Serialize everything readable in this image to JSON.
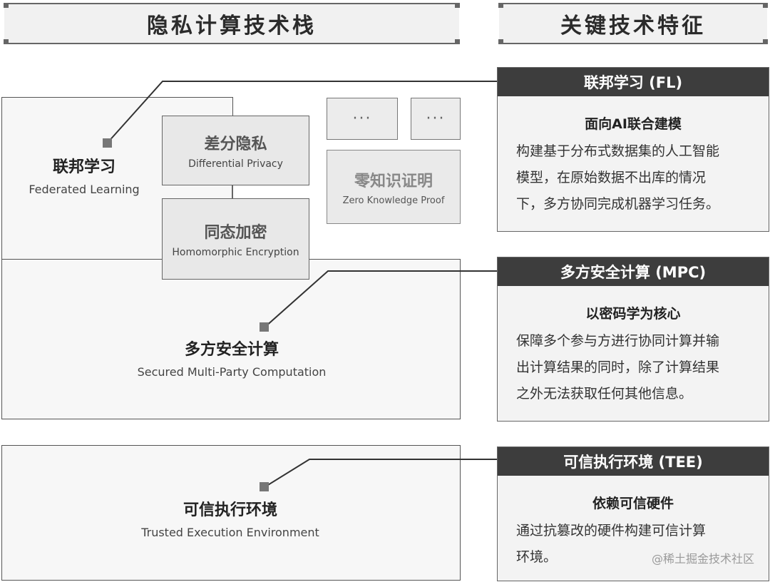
{
  "headers": {
    "left": "隐私计算技术栈",
    "right": "关键技术特征"
  },
  "stack": {
    "fl": {
      "zh": "联邦学习",
      "en": "Federated Learning"
    },
    "mpc": {
      "zh": "多方安全计算",
      "en": "Secured Multi-Party Computation"
    },
    "tee": {
      "zh": "可信执行环境",
      "en": "Trusted Execution Environment"
    },
    "dp": {
      "zh": "差分隐私",
      "en": "Differential Privacy"
    },
    "he": {
      "zh": "同态加密",
      "en": "Homomorphic Encryption"
    },
    "zkp": {
      "zh": "零知识证明",
      "en": "Zero Knowledge Proof"
    },
    "more1": "···",
    "more2": "···"
  },
  "cards": [
    {
      "title": "联邦学习 (FL)",
      "subtitle": "面向AI联合建模",
      "lines": [
        "构建基于分布式数据集的人工智能",
        "模型，在原始数据不出库的情况",
        "下，多方协同完成机器学习任务。"
      ]
    },
    {
      "title": "多方安全计算 (MPC)",
      "subtitle": "以密码学为核心",
      "lines": [
        "保障多个参与方进行协同计算并输",
        "出计算结果的同时，除了计算结果",
        "之外无法获取任何其他信息。"
      ]
    },
    {
      "title": "可信执行环境 (TEE)",
      "subtitle": "依赖可信硬件",
      "lines": [
        "通过抗篡改的硬件构建可信计算",
        "环境。"
      ]
    }
  ],
  "watermark": "@稀土掘金技术社区"
}
